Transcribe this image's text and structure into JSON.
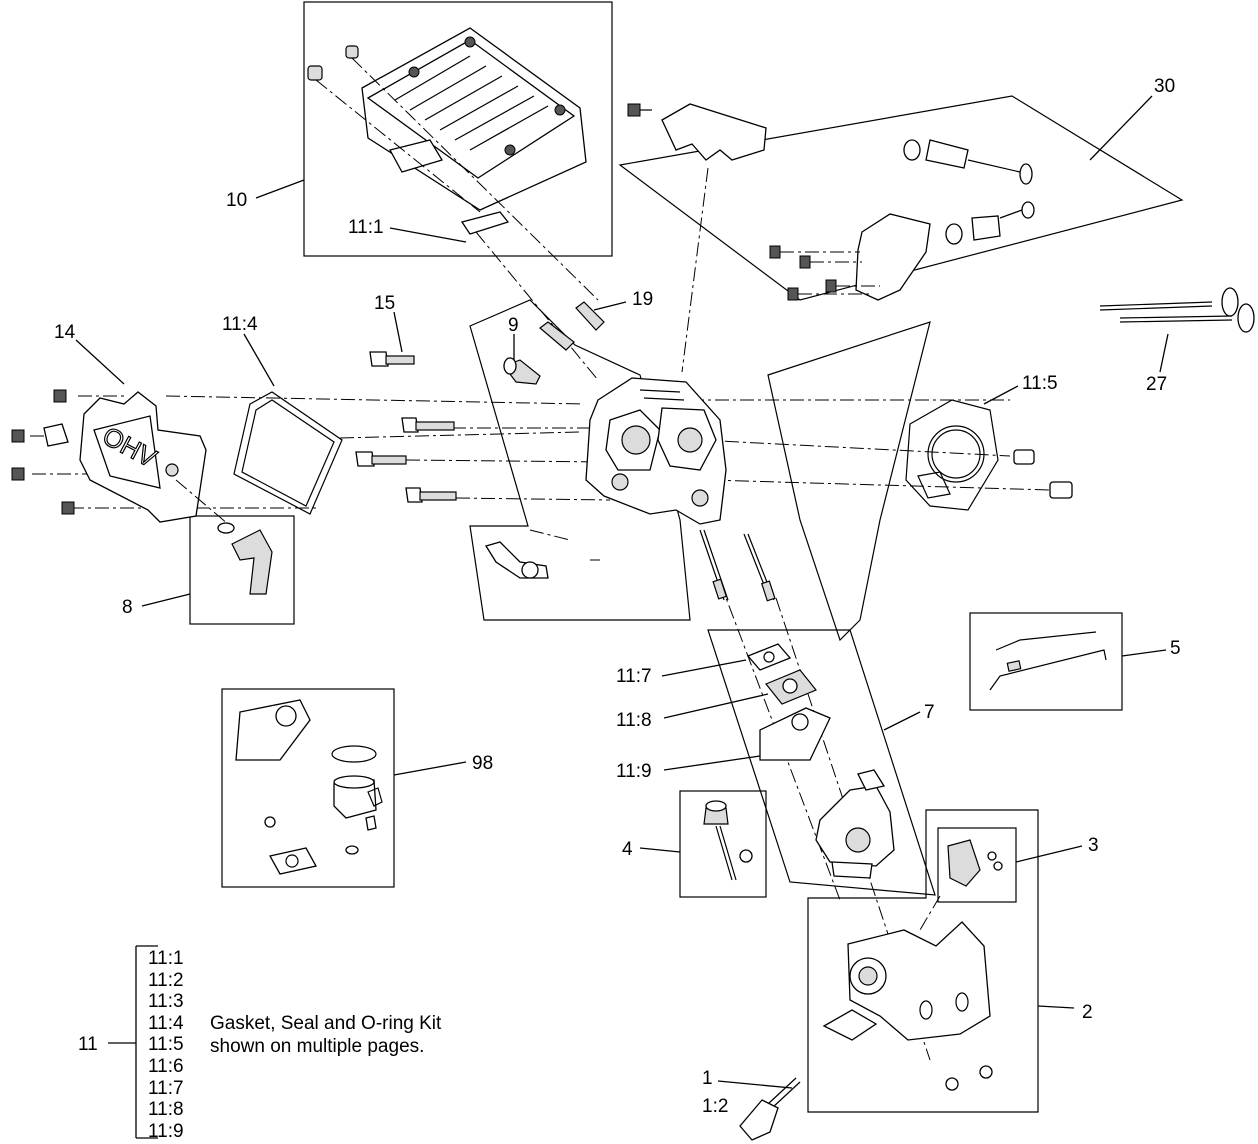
{
  "callouts": {
    "c30": "30",
    "c10": "10",
    "c11_1": "11:1",
    "c19": "19",
    "c15": "15",
    "c9": "9",
    "c14": "14",
    "c11_4": "11:4",
    "c11_5": "11:5",
    "c27": "27",
    "c8": "8",
    "c5": "5",
    "c11_7": "11:7",
    "c11_8": "11:8",
    "c7": "7",
    "c98": "98",
    "c11_9": "11:9",
    "c4": "4",
    "c3": "3",
    "c2": "2",
    "c1": "1",
    "c1_2": "1:2"
  },
  "kit": {
    "parent": "11",
    "items": [
      "11:1",
      "11:2",
      "11:3",
      "11:4",
      "11:5",
      "11:6",
      "11:7",
      "11:8",
      "11:9"
    ],
    "description_line1": "Gasket, Seal and O-ring Kit",
    "description_line2": "shown on multiple pages."
  }
}
